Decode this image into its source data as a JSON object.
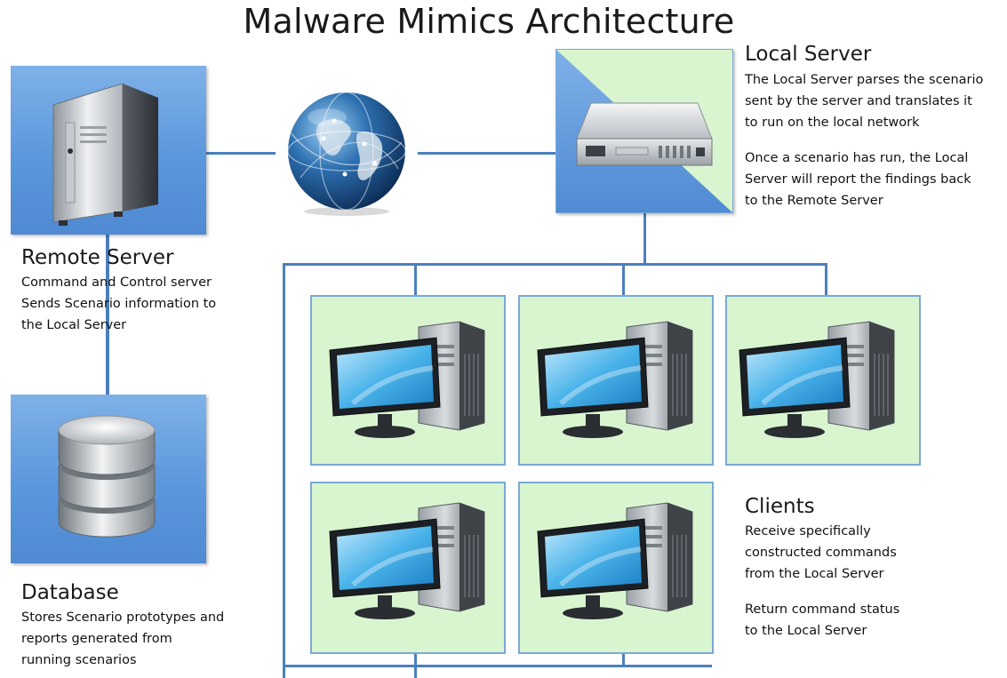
{
  "title": "Malware Mimics Architecture",
  "remote_server": {
    "heading": "Remote Server",
    "lines": [
      "Command and Control server",
      "Sends Scenario information to",
      "the Local Server"
    ]
  },
  "local_server": {
    "heading": "Local Server",
    "lines": [
      "The Local Server parses the scenario",
      "sent by the server and translates it",
      "to run on the local network"
    ],
    "lines2": [
      "Once a scenario has run, the Local",
      "Server will report the findings back",
      "to the Remote Server"
    ]
  },
  "database": {
    "heading": "Database",
    "lines": [
      "Stores Scenario prototypes and",
      "reports generated from",
      "running scenarios"
    ]
  },
  "clients": {
    "heading": "Clients",
    "lines": [
      "Receive specifically",
      "constructed commands",
      "from the Local Server"
    ],
    "lines2": [
      "Return command status",
      "to the Local Server"
    ]
  },
  "icons": {
    "remote_server": "tower-server-icon",
    "globe": "globe-icon",
    "local_server": "rack-server-icon",
    "database": "database-icon",
    "client": "desktop-computer-icon"
  },
  "colors": {
    "connector": "#4b7fbd",
    "blue_panel": "#5b97dc",
    "green_panel": "#d8f5cf",
    "green_panel_border": "#7aa9d6"
  }
}
